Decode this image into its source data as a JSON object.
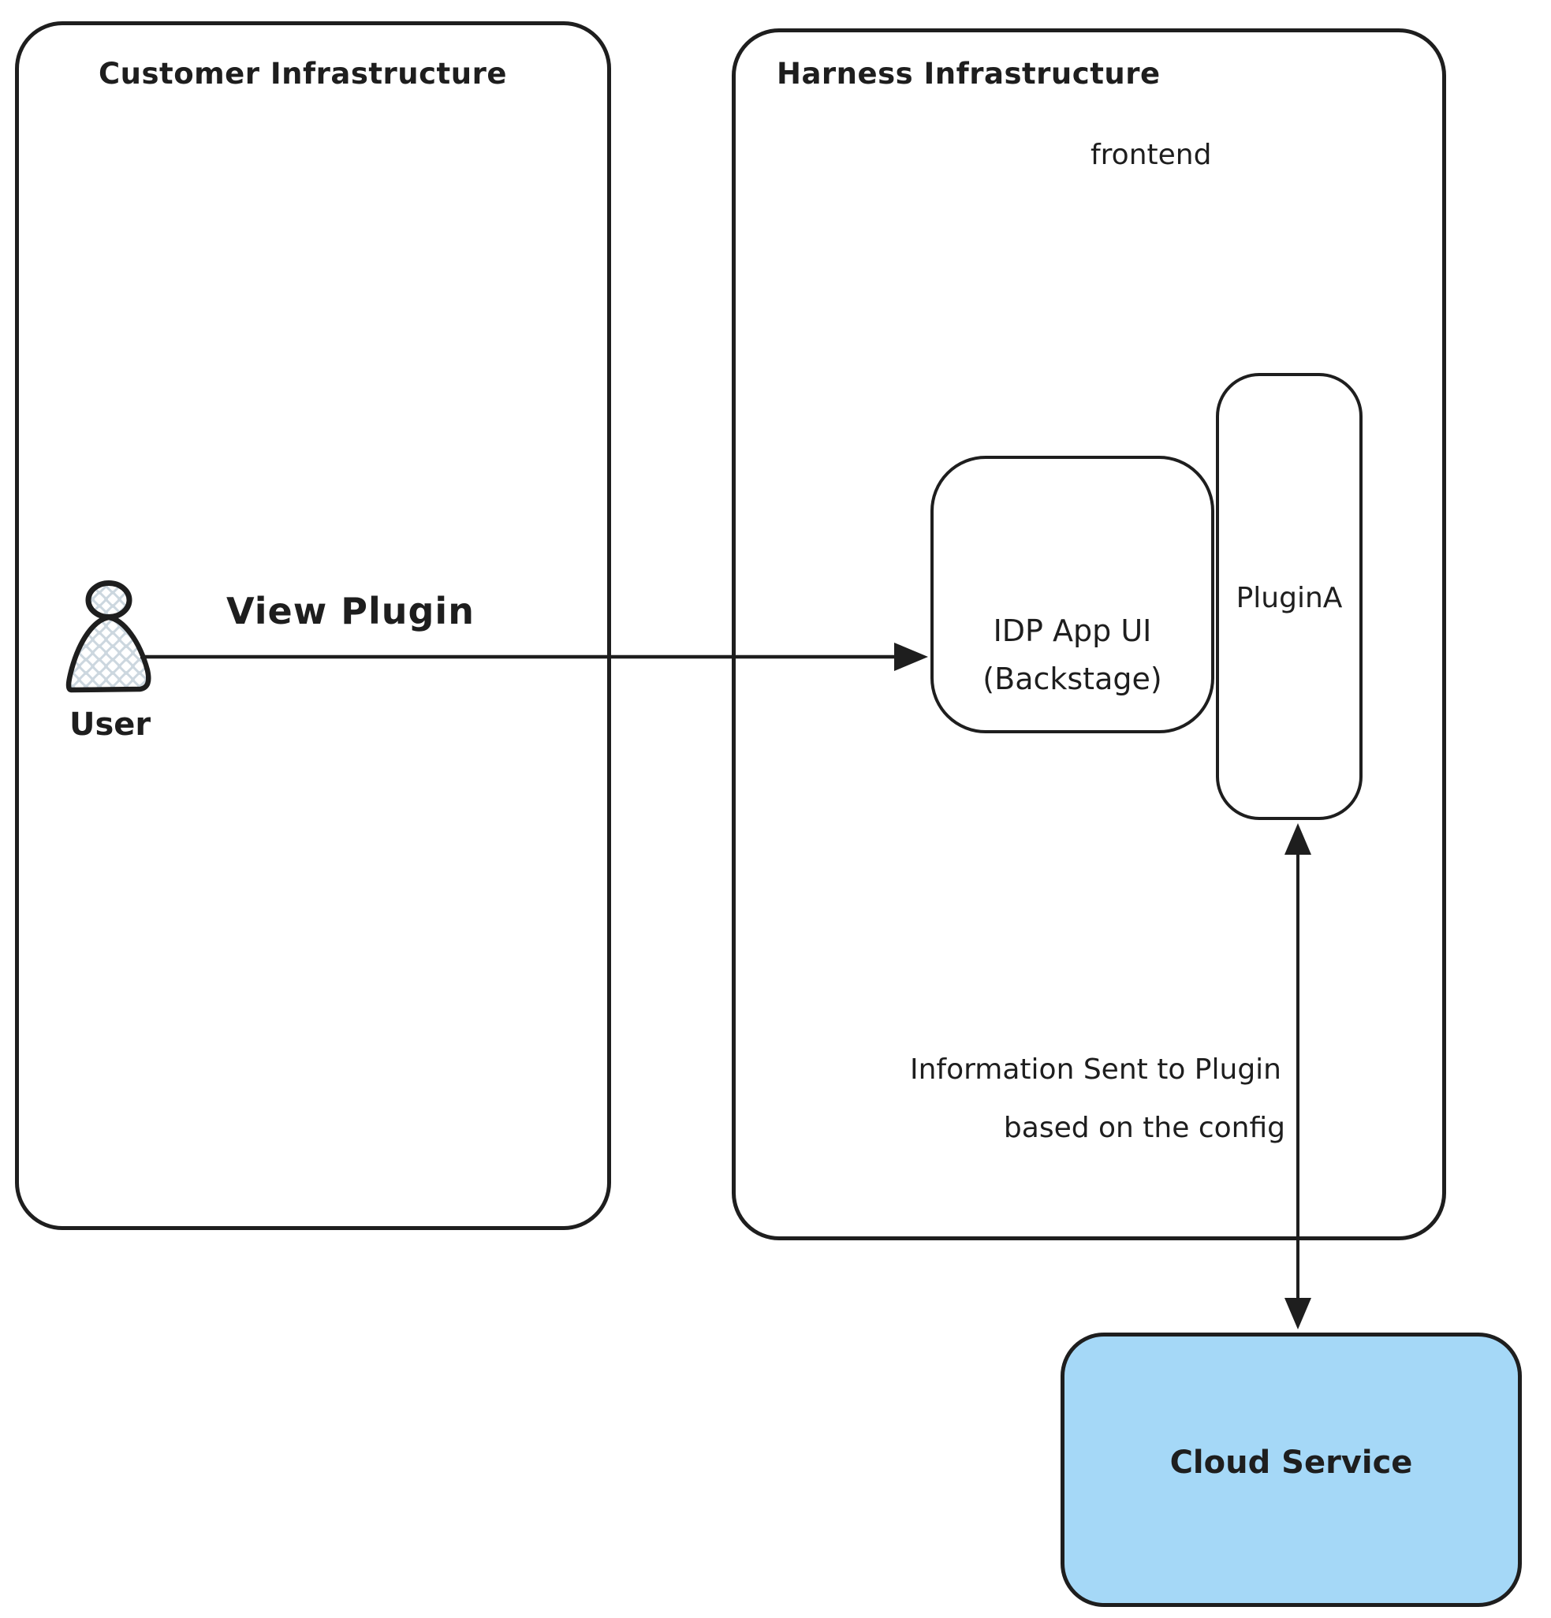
{
  "diagram": {
    "background": "#ffffff",
    "ink_color": "#1e1e1e",
    "hatch_color": "#ccd7df",
    "customer_box": {
      "title": "Customer Infrastructure"
    },
    "harness_box": {
      "title": "Harness Infrastructure",
      "frontend_label": "frontend"
    },
    "idp_box": {
      "line1": "IDP App UI",
      "line2": "(Backstage)"
    },
    "plugin_box": {
      "label": "PluginA"
    },
    "cloud_box": {
      "label": "Cloud Service",
      "fill": "#a5d8f7"
    },
    "user": {
      "label": "User"
    },
    "view_plugin_arrow": {
      "label": "View Plugin"
    },
    "info_arrow": {
      "line1": "Information Sent to Plugin",
      "line2": "based on the config"
    }
  }
}
